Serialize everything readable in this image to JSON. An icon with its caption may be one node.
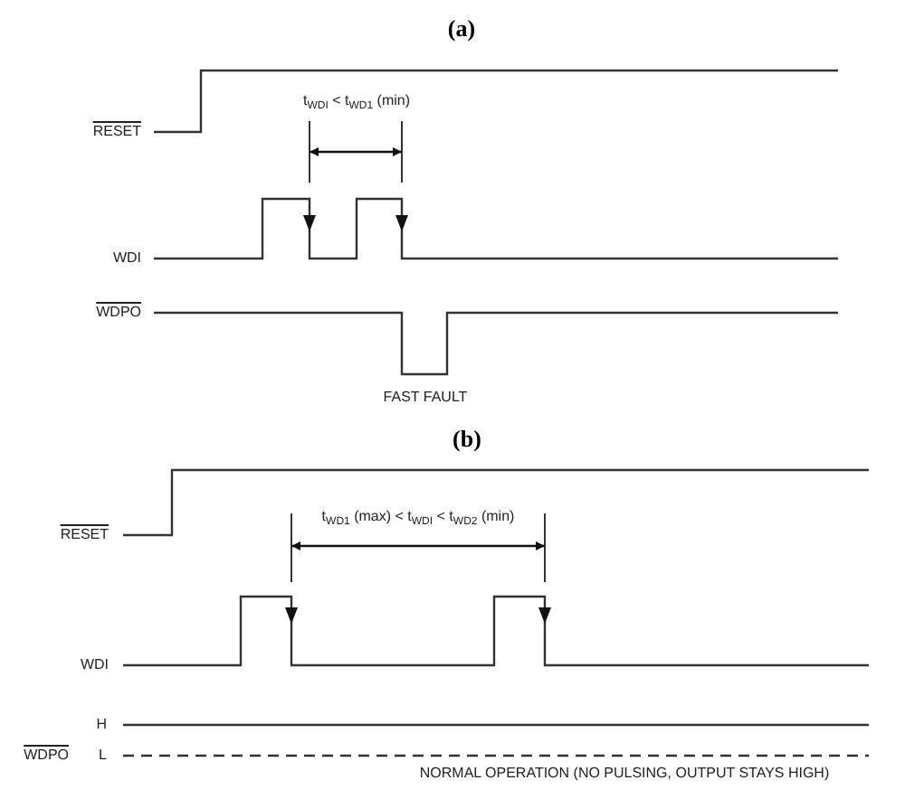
{
  "diagram": {
    "labels": [
      "(a)",
      "t$_{WDI}$ < t$_{WD1}$ (min)",
      "RESET",
      "WDI",
      "WDPO",
      "FAST FAULT",
      "(b)",
      "t$_{WD1}$ (max) < t$_{WDI}$ < t$_{WD2}$ (min)",
      "RESET",
      "WDI",
      "H",
      "WDPO",
      "L",
      "NORMAL OPERATION (NO PULSING, OUTPUT STAYS HIGH)"
    ]
  }
}
